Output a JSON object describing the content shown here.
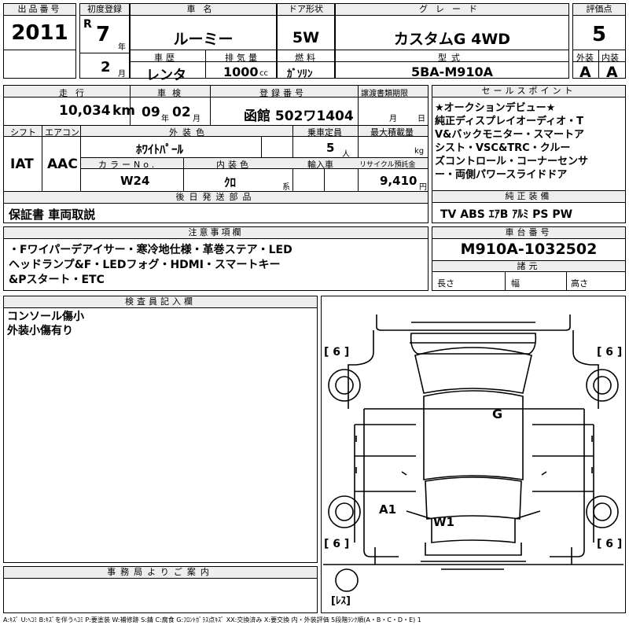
{
  "header": {
    "lot_label": "出品番号",
    "lot_number": "2011",
    "first_reg_label": "初度登録",
    "era": "R",
    "year": "7",
    "year_unit": "年",
    "month": "2",
    "month_unit": "月",
    "car_name_label": "車名",
    "car_name": "ルーミー",
    "door_label": "ドア形状",
    "door": "5W",
    "grade_label": "グレード",
    "grade": "カスタムG 4WD",
    "score_label": "評価点",
    "score": "5",
    "history_label": "車歴",
    "history": "レンタ",
    "displacement_label": "排気量",
    "displacement": "1000",
    "displacement_unit": "cc",
    "fuel_label": "燃料",
    "fuel": "ｶﾞｿﾘﾝ",
    "model_label": "型式",
    "model": "5BA-M910A",
    "exterior_label": "外装",
    "exterior": "A",
    "interior_label": "内装",
    "interior": "A"
  },
  "details": {
    "mileage_label": "走行",
    "mileage": "10,034",
    "mileage_unit": "km",
    "inspection_label": "車検",
    "inspection_year": "09",
    "inspection_year_unit": "年",
    "inspection_month": "02",
    "inspection_month_unit": "月",
    "plate_label": "登録番号",
    "plate": "函館 502ワ1404",
    "transfer_label": "譲渡書類期限",
    "transfer_month_unit": "月",
    "transfer_day_unit": "日",
    "shift_label": "シフト",
    "shift": "IAT",
    "ac_label": "エアコン",
    "ac": "AAC",
    "color_label": "外装色",
    "color": "ﾎﾜｲﾄﾊﾟｰﾙ",
    "capacity_label": "乗車定員",
    "capacity": "5",
    "capacity_unit": "人",
    "load_label": "最大積載量",
    "load_unit": "kg",
    "color_no_label": "カラーNo.",
    "color_no": "W24",
    "interior_color_label": "内装色",
    "interior_color": "ｸﾛ",
    "interior_color_unit": "系",
    "import_label": "輸入車",
    "recycle_label": "リサイクル預託金",
    "recycle": "9,410",
    "recycle_unit": "円",
    "later_parts_label": "後日発送部品",
    "later_parts": "保証書 車両取説"
  },
  "sales_point": {
    "label": "セールスポイント",
    "lines": [
      "★オークションデビュー★",
      "純正ディスプレイオーディオ・T",
      "V&バックモニター・スマートア",
      "シスト・VSC&TRC・クルー",
      "ズコントロール・コーナーセンサ",
      "ー・両側パワースライドドア"
    ]
  },
  "equipment": {
    "label": "純正装備",
    "items": "TV ABS ｴｱB ｱﾙﾐ PS PW"
  },
  "notes": {
    "label": "注意事項欄",
    "lines": [
      "・Fワイパーデアイサー・寒冷地仕様・革巻ステア・LED",
      "ヘッドランプ&F・LEDフォグ・HDMI・スマートキー",
      "&Pスタート・ETC"
    ]
  },
  "chassis": {
    "label": "車台番号",
    "number": "M910A-1032502",
    "spec_label": "諸元",
    "length_label": "長さ",
    "width_label": "幅",
    "height_label": "高さ"
  },
  "inspector": {
    "label": "検査員記入欄",
    "lines": [
      "コンソール傷小",
      "外装小傷有り"
    ]
  },
  "office": {
    "label": "事務局よりご案内"
  },
  "diagram": {
    "tire_fl": "[ 6 ]",
    "tire_fr": "[ 6 ]",
    "tire_rl": "[ 6 ]",
    "tire_rr": "[ 6 ]",
    "spare": "[ﾚｽ]",
    "mark_g": "G",
    "mark_a1": "A1",
    "mark_w1": "W1"
  },
  "legend": "A:ｷｽﾞ U:ﾍｺﾐ B:ｷｽﾞを伴うﾍｺﾐ P:要塗装 W:補修跡 S:錆 C:腐食 G:ﾌﾛﾝﾄｶﾞﾗｽ点ｷｽﾞ XX:交換済み X:要交換 内・外装評価 5段階ﾗﾝｸ順(A・B・C・D・E) 1"
}
